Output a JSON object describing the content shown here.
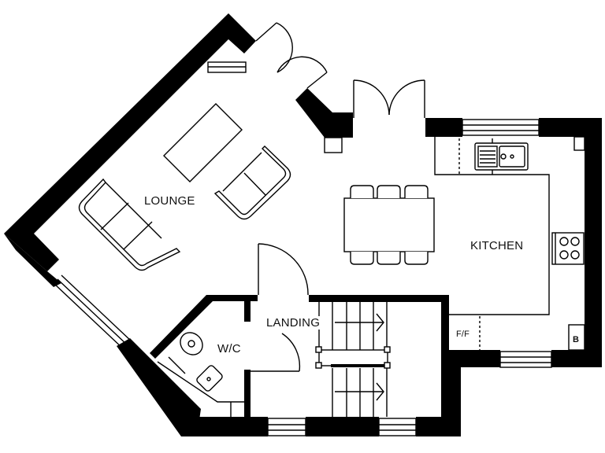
{
  "plan": {
    "rooms": [
      {
        "id": "lounge",
        "label": "LOUNGE"
      },
      {
        "id": "kitchen",
        "label": "KITCHEN"
      },
      {
        "id": "landing",
        "label": "LANDING"
      },
      {
        "id": "wc",
        "label": "W/C"
      }
    ],
    "annotations": {
      "fridge_freezer": "F/F",
      "boiler": "B"
    },
    "colors": {
      "wall": "#000000",
      "background": "#ffffff",
      "line": "#000000"
    }
  }
}
